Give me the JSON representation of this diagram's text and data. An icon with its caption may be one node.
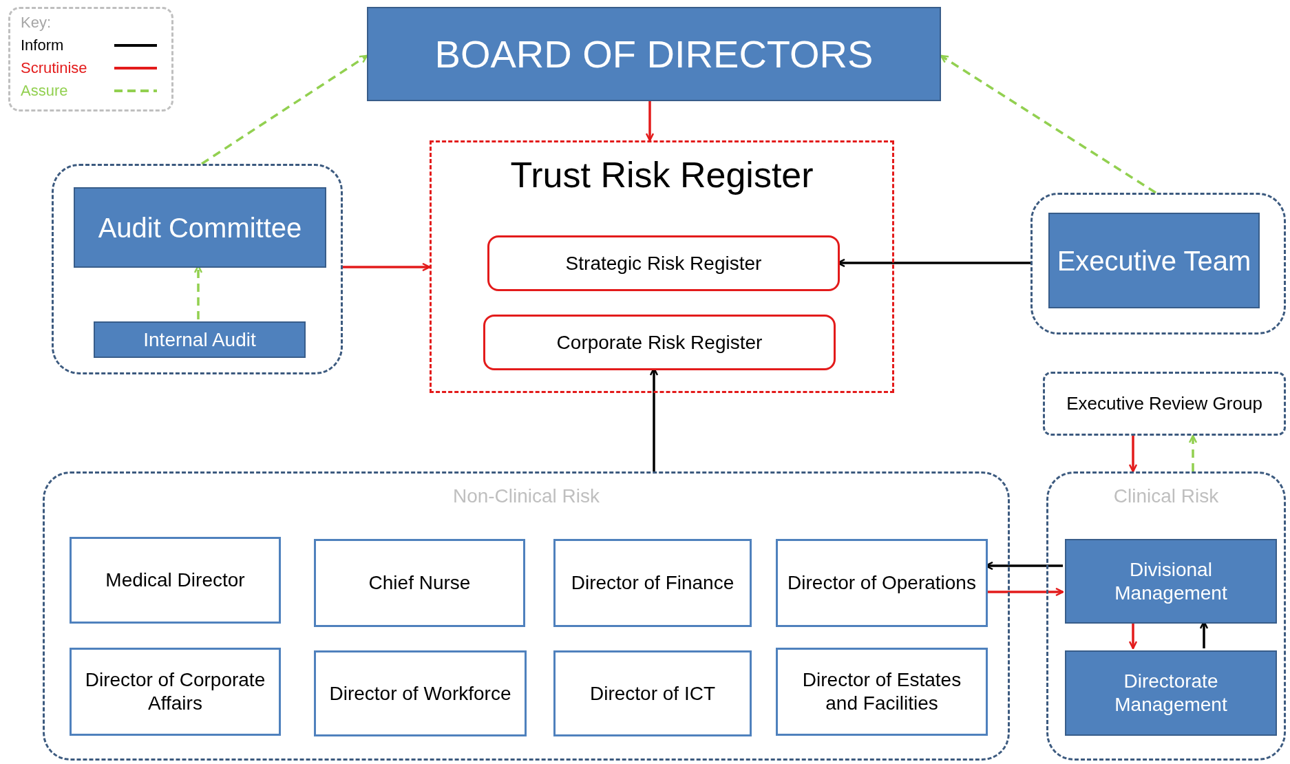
{
  "diagram": {
    "nodes": [
      {
        "text": [
          "BOARD OF DIRECTORS"
        ]
      },
      {
        "text": [],
        "shape": "box"
      },
      {
        "text": [
          "Audit Committee"
        ],
        "in": 1
      },
      {
        "text": [
          "Internal Audit"
        ],
        "in": 1
      },
      {
        "text": [
          "Trust Risk Register"
        ]
      },
      {
        "text": [
          "Strategic Risk Register"
        ],
        "in": 4
      },
      {
        "text": [
          "Corporate Risk Register"
        ],
        "in": 4
      },
      {
        "text": [],
        "shape": "box"
      },
      {
        "text": [
          "Executive Team"
        ],
        "in": 7
      },
      {
        "text": [
          "Executive Review Group"
        ]
      },
      {
        "text": [
          "Non-Clinical Risk"
        ]
      },
      {
        "text": [
          "Medical Director"
        ],
        "in": 10
      },
      {
        "text": [
          "Chief Nurse"
        ],
        "in": 10
      },
      {
        "text": [
          "Director of Finance"
        ],
        "in": 10
      },
      {
        "text": [
          "Director of Operations"
        ],
        "in": 10
      },
      {
        "text": [
          "Director of Corporate Affairs"
        ],
        "in": 10
      },
      {
        "text": [
          "Director of Workforce"
        ],
        "in": 10
      },
      {
        "text": [
          "Director of ICT"
        ],
        "in": 10
      },
      {
        "text": [
          "Director of Estates and Facilities"
        ],
        "in": 10
      },
      {
        "text": [
          "Clinical Risk"
        ]
      },
      {
        "text": [
          "Divisional Management"
        ],
        "in": 19
      },
      {
        "text": [
          "Directorate Management"
        ],
        "in": 19
      }
    ],
    "edges": [
      {
        "from": 0,
        "to": 4,
        "arrow": "to"
      },
      {
        "from": 1,
        "to": 0,
        "arrow": "to",
        "style": "dashed",
        "color": "#92d050"
      },
      {
        "from": 7,
        "to": 0,
        "arrow": "to",
        "style": "dashed",
        "color": "#92d050"
      },
      {
        "from": 1,
        "to": 4,
        "arrow": "to"
      },
      {
        "from": 3,
        "to": 2,
        "arrow": "to",
        "style": "dashed",
        "color": "#92d050"
      },
      {
        "from": 7,
        "to": 5,
        "arrow": "to",
        "color": "#000000"
      },
      {
        "from": 10,
        "to": 6,
        "arrow": "to",
        "color": "#000000"
      },
      {
        "from": 9,
        "to": 19,
        "arrow": "to"
      },
      {
        "from": 19,
        "to": 9,
        "arrow": "to",
        "style": "dashed",
        "color": "#92d050"
      },
      {
        "from": 20,
        "to": 14,
        "arrow": "to",
        "color": "#000000"
      },
      {
        "from": 14,
        "to": 20,
        "arrow": "to"
      },
      {
        "from": 20,
        "to": 21,
        "arrow": "to"
      },
      {
        "from": 21,
        "to": 20,
        "arrow": "to",
        "color": "#000000"
      }
    ],
    "labels": [
      "Key:"
    ],
    "legend": [
      {
        "text": "Inform"
      },
      {
        "text": "Scrutinise"
      },
      {
        "text": "Assure"
      }
    ]
  }
}
